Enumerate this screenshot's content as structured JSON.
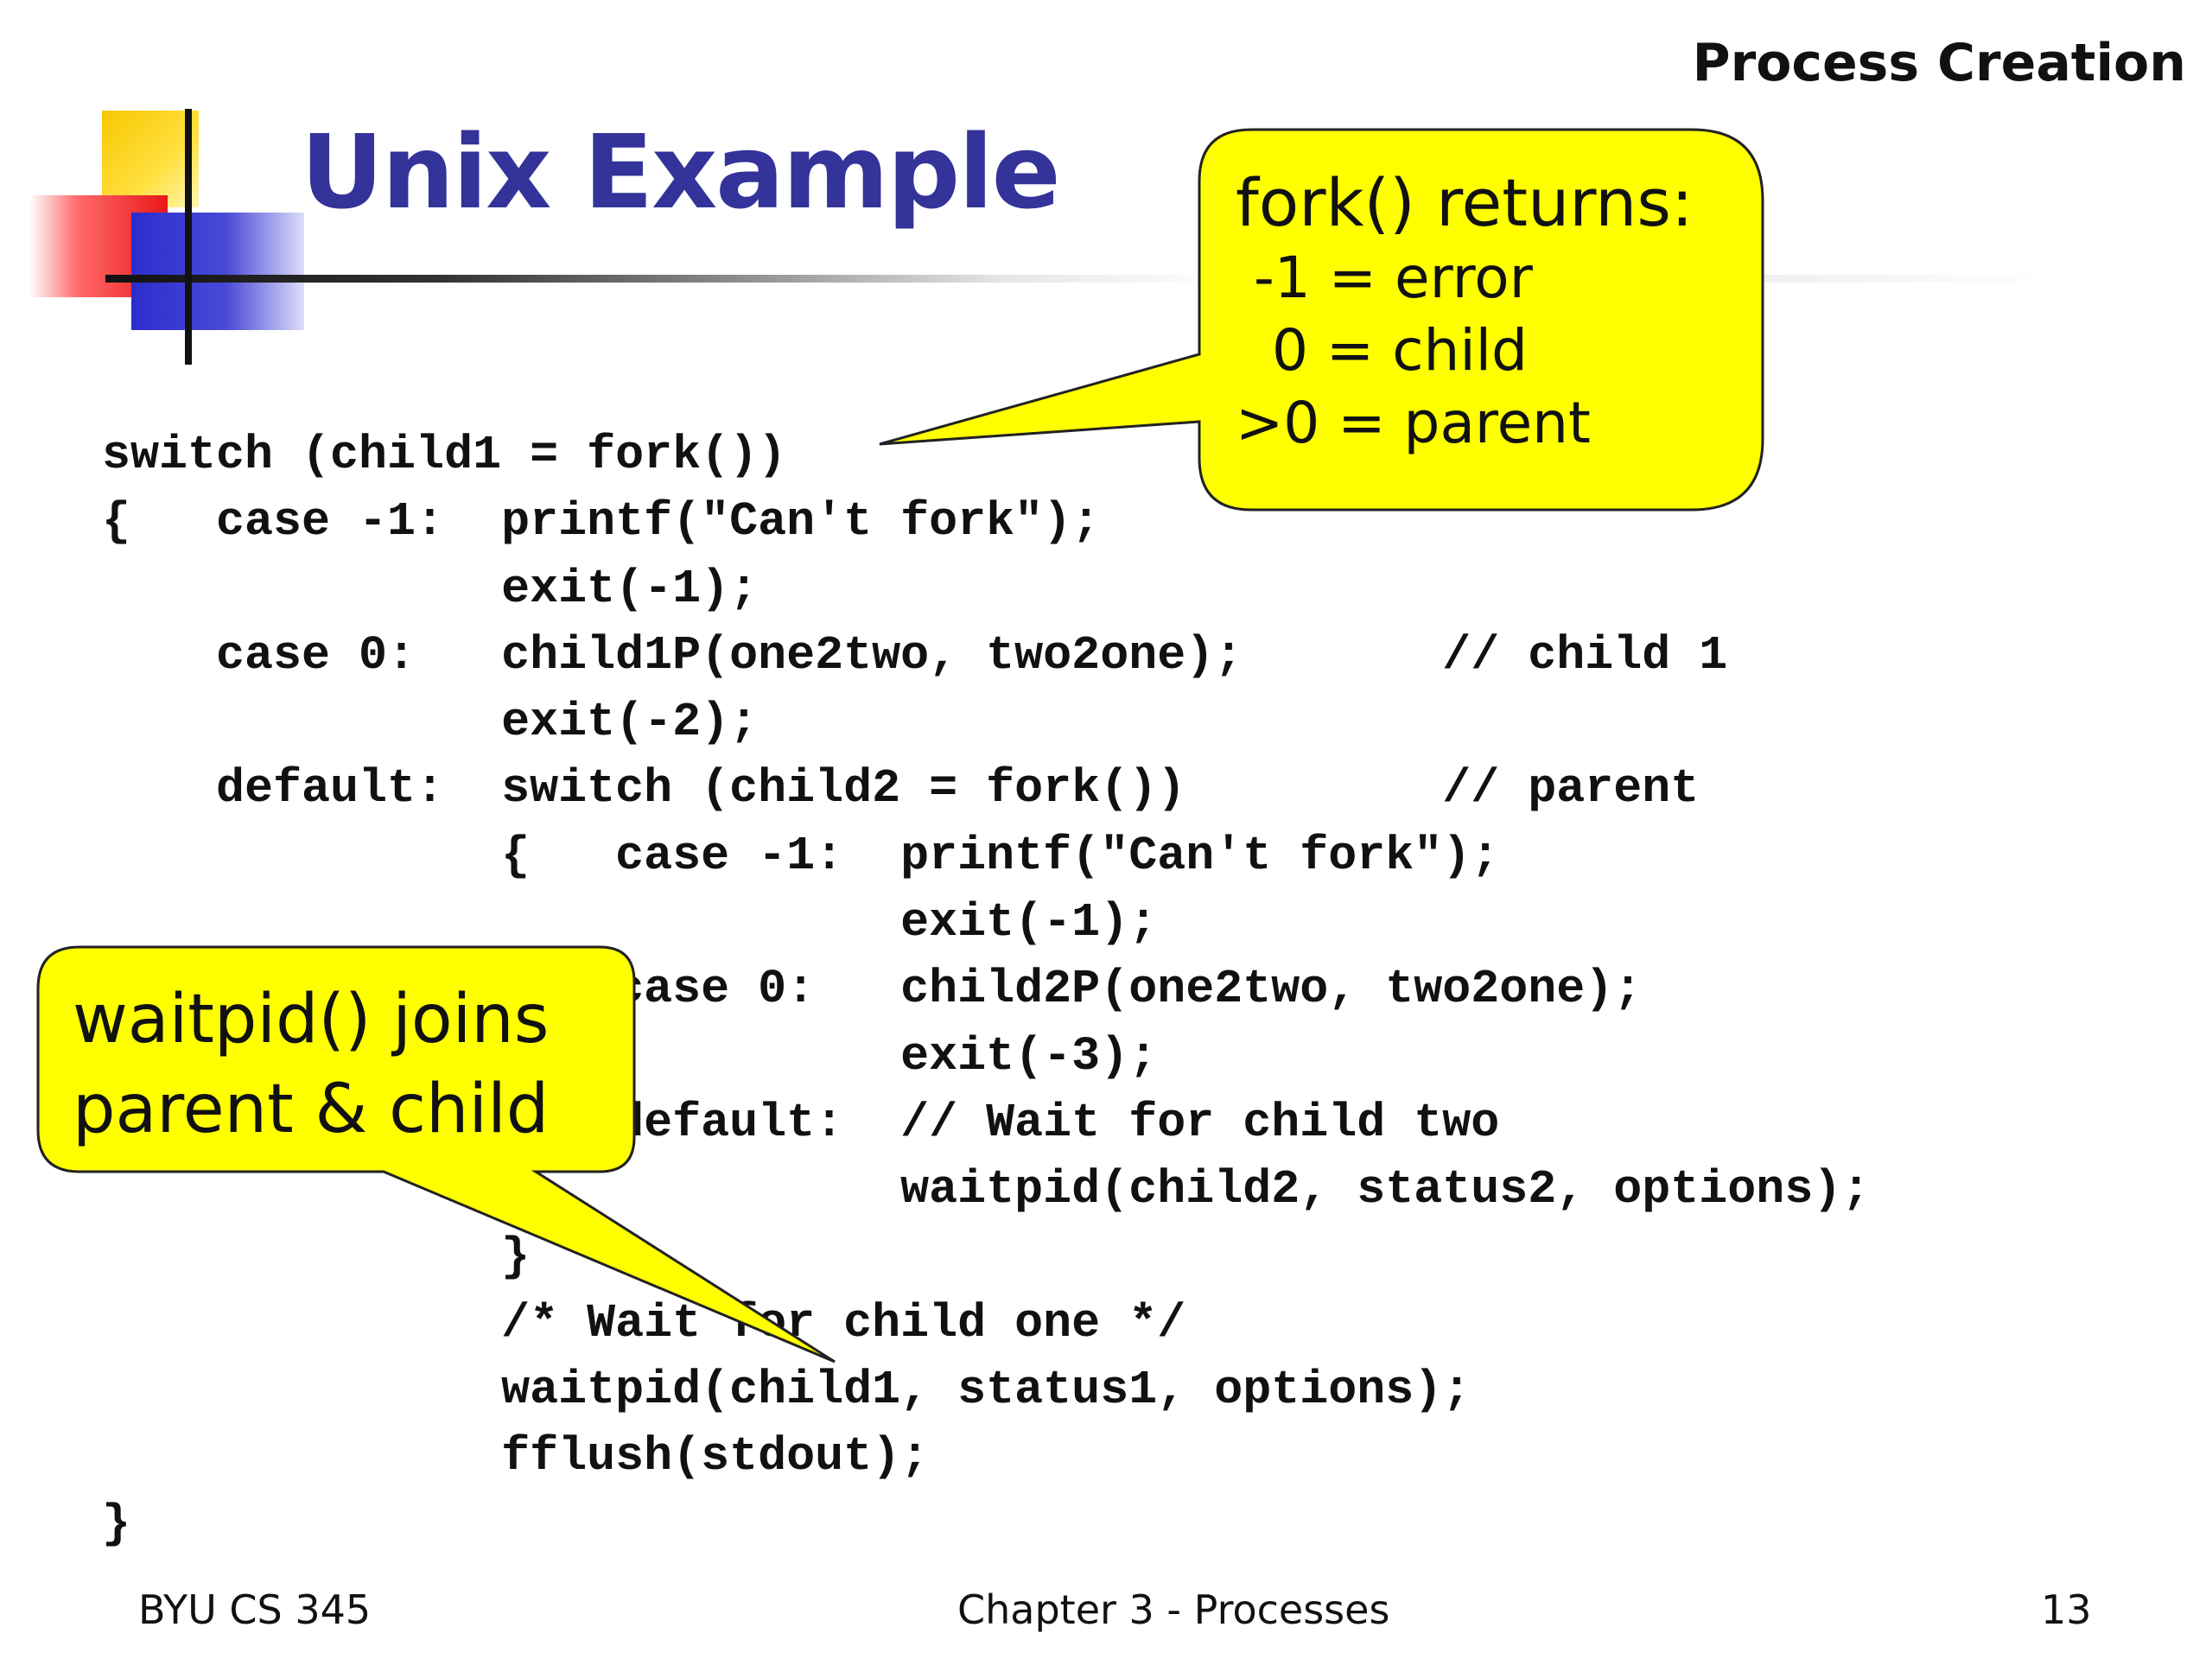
{
  "header": {
    "section": "Process Creation",
    "title": "Unix Example"
  },
  "code_lines": [
    "switch (child1 = fork())",
    "{   case -1:  printf(\"Can't fork\");",
    "              exit(-1);",
    "    case 0:   child1P(one2two, two2one);       // child 1",
    "              exit(-2);",
    "    default:  switch (child2 = fork())         // parent",
    "              {   case -1:  printf(\"Can't fork\");",
    "                            exit(-1);",
    "                  case 0:   child2P(one2two, two2one);",
    "                            exit(-3);",
    "                  default:  // Wait for child two",
    "                            waitpid(child2, status2, options);",
    "              }",
    "              /* Wait for child one */",
    "              waitpid(child1, status1, options);",
    "              fflush(stdout);",
    "}"
  ],
  "callouts": {
    "fork": {
      "heading": "fork() returns:",
      "lines": [
        " -1 = error",
        "  0 = child",
        ">0 = parent"
      ]
    },
    "waitpid": {
      "lines": [
        "waitpid() joins",
        "parent & child"
      ]
    }
  },
  "footer": {
    "left": "BYU CS 345",
    "center": "Chapter 3 - Processes",
    "page": "13"
  },
  "colors": {
    "title": "#33339a",
    "callout_fill": "#ffff00",
    "callout_stroke": "#222222"
  }
}
